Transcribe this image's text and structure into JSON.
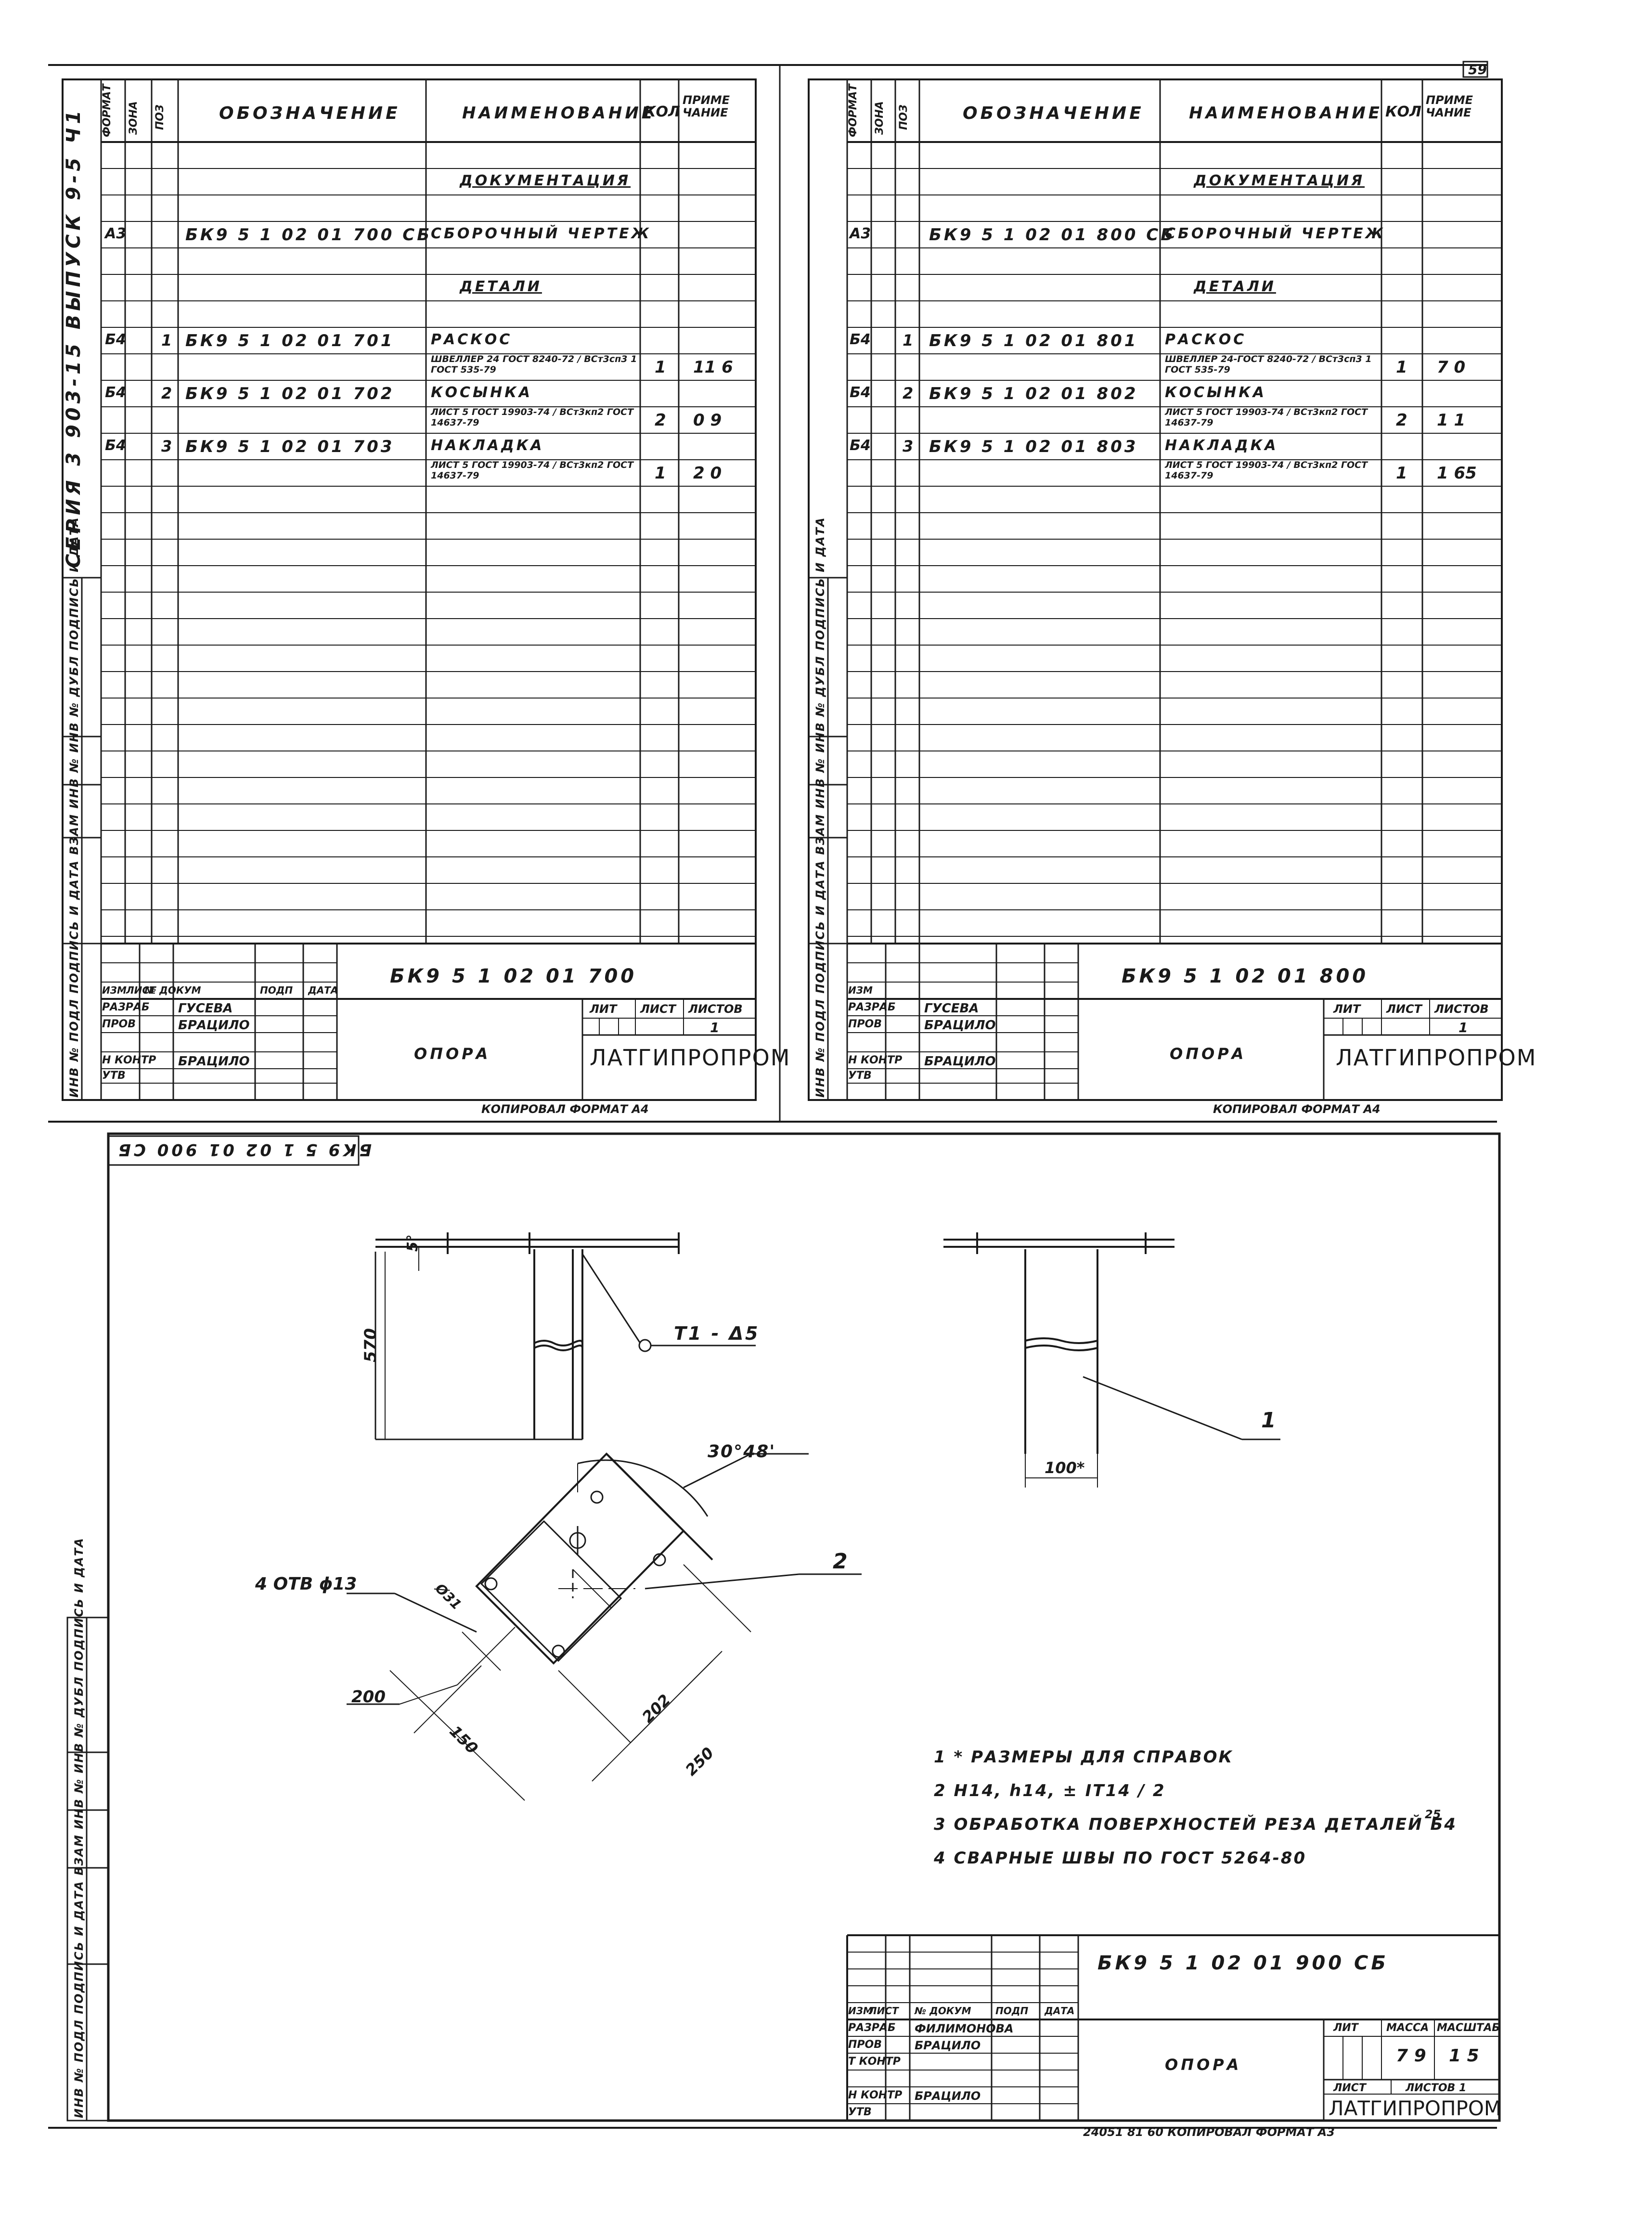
{
  "page_number": "59",
  "left_sheet": {
    "side_text": "СЕРИЯ 3 903-15   ВЫПУСК 9-5 Ч1",
    "headers": {
      "format": "ФОРМАТ",
      "zone": "ЗОНА",
      "pos": "ПОЗ",
      "designation": "ОБОЗНАЧЕНИЕ",
      "name": "НАИМЕНОВАНИЕ",
      "qty": "КОЛ",
      "note": "ПРИМЕ ЧАНИЕ"
    },
    "rows": [
      {
        "fmt": "",
        "pos": "",
        "des": "",
        "name": "ДОКУМЕНТАЦИЯ",
        "qty": "",
        "note": ""
      },
      {
        "fmt": "А3",
        "pos": "",
        "des": "БК9 5 1 02 01 700 СБ",
        "name": "СБОРОЧНЫЙ ЧЕРТЕЖ",
        "qty": "",
        "note": ""
      },
      {
        "fmt": "",
        "pos": "",
        "des": "",
        "name": "ДЕТАЛИ",
        "qty": "",
        "note": ""
      },
      {
        "fmt": "Б4",
        "pos": "1",
        "des": "БК9 5 1 02 01 701",
        "name": "РАСКОС",
        "qty": "",
        "note": ""
      },
      {
        "fmt": "",
        "pos": "",
        "des": "",
        "name": "ШВЕЛЛЕР 24 ГОСТ 8240-72 / ВСт3сп3 1 ГОСТ 535-79",
        "qty": "1",
        "note": "11 6"
      },
      {
        "fmt": "Б4",
        "pos": "2",
        "des": "БК9 5 1 02 01 702",
        "name": "КОСЫНКА",
        "qty": "",
        "note": ""
      },
      {
        "fmt": "",
        "pos": "",
        "des": "",
        "name": "ЛИСТ 5 ГОСТ 19903-74 / ВСт3кп2 ГОСТ 14637-79",
        "qty": "2",
        "note": "0 9"
      },
      {
        "fmt": "Б4",
        "pos": "3",
        "des": "БК9 5 1 02 01 703",
        "name": "НАКЛАДКА",
        "qty": "",
        "note": ""
      },
      {
        "fmt": "",
        "pos": "",
        "des": "",
        "name": "ЛИСТ 5 ГОСТ 19903-74 / ВСт3кп2 ГОСТ 14637-79",
        "qty": "1",
        "note": "2 0"
      }
    ],
    "code": "БК9 5 1 02 01 700",
    "title": "ОПОРА",
    "org": "ЛАТГИПРОПРОМ",
    "sheets": "1",
    "roles": [
      "ИЗМ",
      "ЛИСТ",
      "№ ДОКУМ",
      "ПОДП",
      "ДАТА",
      "РАЗРАБ",
      "ПРОВ",
      "Н КОНТР",
      "УТВ"
    ],
    "people": [
      "ГУСЕВА",
      "БРАЦИЛО",
      "БРАЦИЛО"
    ],
    "stamp_labels": [
      "ЛИТ",
      "ЛИСТ",
      "ЛИСТОВ"
    ],
    "footer": "КОПИРОВАЛ      ФОРМАТ А4"
  },
  "right_sheet": {
    "rows": [
      {
        "fmt": "",
        "pos": "",
        "des": "",
        "name": "ДОКУМЕНТАЦИЯ",
        "qty": "",
        "note": ""
      },
      {
        "fmt": "А3",
        "pos": "",
        "des": "БК9 5 1 02 01 800 СБ",
        "name": "СБОРОЧНЫЙ ЧЕРТЕЖ",
        "qty": "",
        "note": ""
      },
      {
        "fmt": "",
        "pos": "",
        "des": "",
        "name": "ДЕТАЛИ",
        "qty": "",
        "note": ""
      },
      {
        "fmt": "Б4",
        "pos": "1",
        "des": "БК9 5 1 02 01 801",
        "name": "РАСКОС",
        "qty": "",
        "note": ""
      },
      {
        "fmt": "",
        "pos": "",
        "des": "",
        "name": "ШВЕЛЛЕР 24-ГОСТ 8240-72 / ВСт3сп3 1 ГОСТ 535-79",
        "qty": "1",
        "note": "7 0"
      },
      {
        "fmt": "Б4",
        "pos": "2",
        "des": "БК9 5 1 02 01 802",
        "name": "КОСЫНКА",
        "qty": "",
        "note": ""
      },
      {
        "fmt": "",
        "pos": "",
        "des": "",
        "name": "ЛИСТ 5 ГОСТ 19903-74 / ВСт3кп2 ГОСТ 14637-79",
        "qty": "2",
        "note": "1 1"
      },
      {
        "fmt": "Б4",
        "pos": "3",
        "des": "БК9 5 1 02 01 803",
        "name": "НАКЛАДКА",
        "qty": "",
        "note": ""
      },
      {
        "fmt": "",
        "pos": "",
        "des": "",
        "name": "ЛИСТ 5 ГОСТ 19903-74 / ВСт3кп2 ГОСТ 14637-79",
        "qty": "1",
        "note": "1 65"
      }
    ],
    "code": "БК9 5 1 02 01 800",
    "title": "ОПОРА",
    "org": "ЛАТГИПРОПРОМ",
    "sheets": "1",
    "people": [
      "ГУСЕВА",
      "БРАЦИЛО",
      "БРАЦИЛО"
    ],
    "footer": "КОПИРОВАЛ      ФОРМАТ А4"
  },
  "drawing": {
    "rotated_code": "БК9 5 1 02 01 900 СБ",
    "dims": {
      "d5": "5°",
      "d570": "570",
      "weld": "Т1 - Δ5",
      "angle": "30°48'",
      "d100": "100*",
      "holes": "4 ОТВ ϕ13",
      "d31": "Ø31",
      "d150": "150",
      "d200": "200",
      "d202": "202",
      "d250": "250",
      "leader1": "1",
      "leader2": "2"
    },
    "notes": [
      "1 * РАЗМЕРЫ ДЛЯ СПРАВОК",
      "2  Н14,  h14,  ± IT14 / 2",
      "3  ОБРАБОТКА ПОВЕРХНОСТЕЙ РЕЗА ДЕТАЛЕЙ Б4",
      "4  СВАРНЫЕ ШВЫ ПО ГОСТ 5264-80"
    ],
    "note3_symbol": "25",
    "code": "БК9 5 1 02 01 900 СБ",
    "title": "ОПОРА",
    "mass": "7 9",
    "scale": "1 5",
    "org": "ЛАТГИПРОПРОМ",
    "roles": [
      "ИЗМ",
      "ЛИСТ",
      "№ ДОКУМ",
      "ПОДП",
      "ДАТА",
      "РАЗРАБ",
      "ПРОВ",
      "Т КОНТР",
      "Н КОНТР",
      "УТВ"
    ],
    "people": [
      "ФИЛИМОНОВА",
      "БРАЦИЛО",
      "БРАЦИЛО"
    ],
    "stamp_labels": [
      "ЛИТ",
      "МАССА",
      "МАСШТАБ",
      "ЛИСТ",
      "ЛИСТОВ 1"
    ],
    "footer": "24051 81   60   КОПИРОВАЛ       ФОРМАТ А3"
  },
  "side_labels": {
    "stamp_strip": "ИНВ № ПОДЛ   ПОДПИСЬ И ДАТА   ВЗАМ ИНВ №   ИНВ № ДУБЛ   ПОДПИСЬ И ДАТА"
  }
}
